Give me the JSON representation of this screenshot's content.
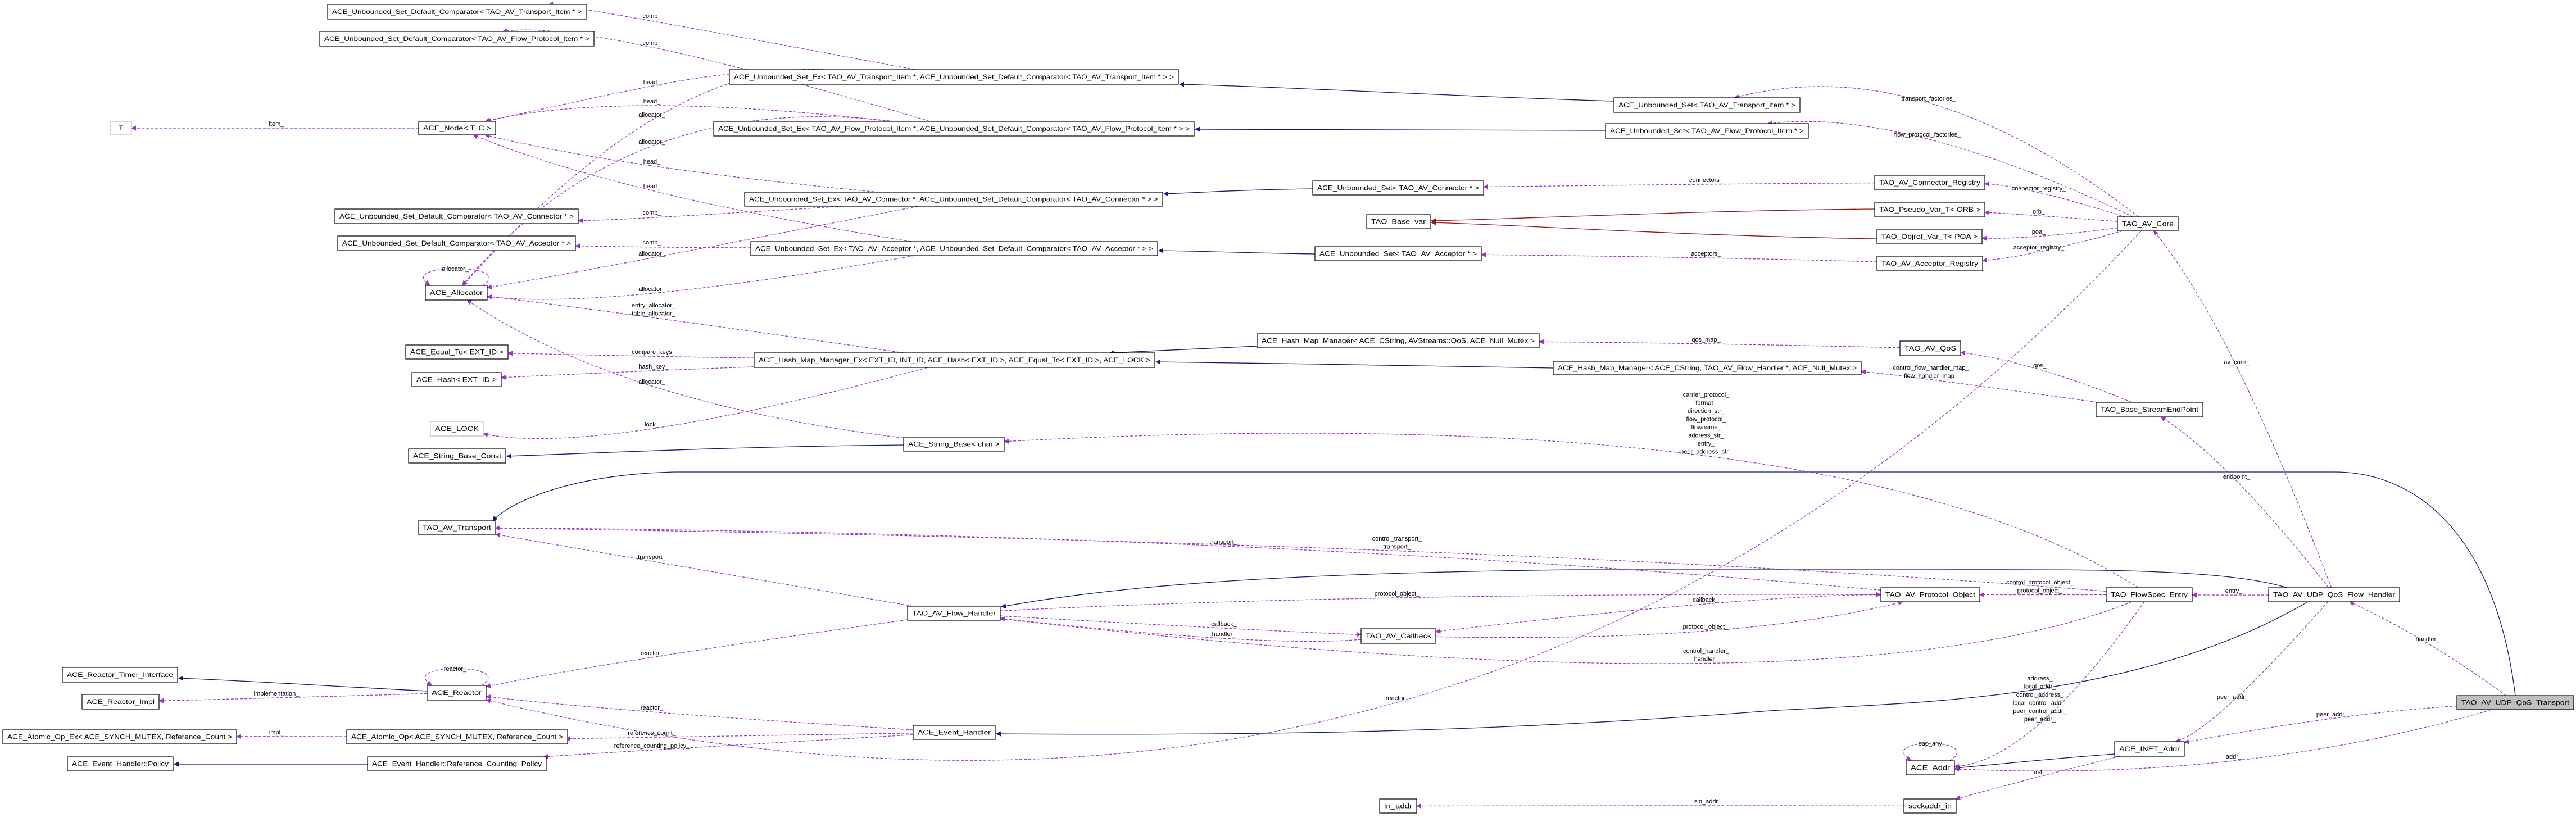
{
  "diagram": {
    "title": "Collaboration diagram for TAO_AV_UDP_QoS_Transport",
    "colors": {
      "usage": "#9a32cd",
      "inherit": "#191970",
      "template": "#8b1a1a",
      "focus_fill": "#bfbfbf"
    },
    "nodes": [
      {
        "id": "cmp_tr",
        "label": "ACE_Unbounded_Set_Default_Comparator< TAO_AV_Transport_Item * >"
      },
      {
        "id": "cmp_fp",
        "label": "ACE_Unbounded_Set_Default_Comparator< TAO_AV_Flow_Protocol_Item * >"
      },
      {
        "id": "T",
        "label": "T"
      },
      {
        "id": "node",
        "label": "ACE_Node< T, C >"
      },
      {
        "id": "setex_tr",
        "label": "ACE_Unbounded_Set_Ex< TAO_AV_Transport_Item *, ACE_Unbounded_Set_Default_Comparator< TAO_AV_Transport_Item * > >"
      },
      {
        "id": "setex_fp",
        "label": "ACE_Unbounded_Set_Ex< TAO_AV_Flow_Protocol_Item *, ACE_Unbounded_Set_Default_Comparator< TAO_AV_Flow_Protocol_Item * > >"
      },
      {
        "id": "setex_co",
        "label": "ACE_Unbounded_Set_Ex< TAO_AV_Connector *, ACE_Unbounded_Set_Default_Comparator< TAO_AV_Connector * > >"
      },
      {
        "id": "cmp_co",
        "label": "ACE_Unbounded_Set_Default_Comparator< TAO_AV_Connector * >"
      },
      {
        "id": "cmp_ac",
        "label": "ACE_Unbounded_Set_Default_Comparator< TAO_AV_Acceptor * >"
      },
      {
        "id": "setex_ac",
        "label": "ACE_Unbounded_Set_Ex< TAO_AV_Acceptor *, ACE_Unbounded_Set_Default_Comparator< TAO_AV_Acceptor * > >"
      },
      {
        "id": "set_co",
        "label": "ACE_Unbounded_Set< TAO_AV_Connector * >"
      },
      {
        "id": "base_var",
        "label": "TAO_Base_var"
      },
      {
        "id": "set_ac",
        "label": "ACE_Unbounded_Set< TAO_AV_Acceptor * >"
      },
      {
        "id": "set_tr",
        "label": "ACE_Unbounded_Set< TAO_AV_Transport_Item * >"
      },
      {
        "id": "set_fp",
        "label": "ACE_Unbounded_Set< TAO_AV_Flow_Protocol_Item * >"
      },
      {
        "id": "conn_reg",
        "label": "TAO_AV_Connector_Registry"
      },
      {
        "id": "pseudo",
        "label": "TAO_Pseudo_Var_T< ORB >"
      },
      {
        "id": "objref",
        "label": "TAO_Objref_Var_T< POA >"
      },
      {
        "id": "acc_reg",
        "label": "TAO_AV_Acceptor_Registry"
      },
      {
        "id": "core",
        "label": "TAO_AV_Core"
      },
      {
        "id": "alloc",
        "label": "ACE_Allocator"
      },
      {
        "id": "equal",
        "label": "ACE_Equal_To< EXT_ID >"
      },
      {
        "id": "hash",
        "label": "ACE_Hash< EXT_ID >"
      },
      {
        "id": "hmex",
        "label": "ACE_Hash_Map_Manager_Ex< EXT_ID, INT_ID, ACE_Hash< EXT_ID >, ACE_Equal_To< EXT_ID >, ACE_LOCK >"
      },
      {
        "id": "qmap",
        "label": "ACE_Hash_Map_Manager< ACE_CString, AVStreams::QoS, ACE_Null_Mutex >"
      },
      {
        "id": "fhmap",
        "label": "ACE_Hash_Map_Manager< ACE_CString, TAO_AV_Flow_Handler *, ACE_Null_Mutex >"
      },
      {
        "id": "qos",
        "label": "TAO_AV_QoS"
      },
      {
        "id": "sep",
        "label": "TAO_Base_StreamEndPoint"
      },
      {
        "id": "lock",
        "label": "ACE_LOCK"
      },
      {
        "id": "sbc",
        "label": "ACE_String_Base_Const"
      },
      {
        "id": "sbchar",
        "label": "ACE_String_Base< char >"
      },
      {
        "id": "av_tr",
        "label": "TAO_AV_Transport"
      },
      {
        "id": "flow_handler",
        "label": "TAO_AV_Flow_Handler"
      },
      {
        "id": "callback",
        "label": "TAO_AV_Callback"
      },
      {
        "id": "pobj",
        "label": "TAO_AV_Protocol_Object"
      },
      {
        "id": "fse",
        "label": "TAO_FlowSpec_Entry"
      },
      {
        "id": "udp_fh",
        "label": "TAO_AV_UDP_QoS_Flow_Handler"
      },
      {
        "id": "udp_tr",
        "label": "TAO_AV_UDP_QoS_Transport"
      },
      {
        "id": "timer_if",
        "label": "ACE_Reactor_Timer_Interface"
      },
      {
        "id": "reactor_impl",
        "label": "ACE_Reactor_Impl"
      },
      {
        "id": "reactor",
        "label": "ACE_Reactor"
      },
      {
        "id": "atomic_ex",
        "label": "ACE_Atomic_Op_Ex< ACE_SYNCH_MUTEX, Reference_Count >"
      },
      {
        "id": "atomic",
        "label": "ACE_Atomic_Op< ACE_SYNCH_MUTEX, Reference_Count >"
      },
      {
        "id": "policy",
        "label": "ACE_Event_Handler::Policy"
      },
      {
        "id": "refpol",
        "label": "ACE_Event_Handler::Reference_Counting_Policy"
      },
      {
        "id": "event_handler",
        "label": "ACE_Event_Handler"
      },
      {
        "id": "inet",
        "label": "ACE_INET_Addr"
      },
      {
        "id": "addr",
        "label": "ACE_Addr"
      },
      {
        "id": "in_addr",
        "label": "in_addr"
      },
      {
        "id": "sockaddr",
        "label": "sockaddr_in"
      }
    ],
    "edges": [
      {
        "from": "set_tr",
        "to": "setex_tr",
        "kind": "inherit"
      },
      {
        "from": "set_fp",
        "to": "setex_fp",
        "kind": "inherit"
      },
      {
        "from": "set_co",
        "to": "setex_co",
        "kind": "inherit"
      },
      {
        "from": "set_ac",
        "to": "setex_ac",
        "kind": "inherit"
      },
      {
        "from": "qmap",
        "to": "hmex",
        "kind": "inherit"
      },
      {
        "from": "fhmap",
        "to": "hmex",
        "kind": "inherit"
      },
      {
        "from": "sbchar",
        "to": "sbc",
        "kind": "inherit"
      },
      {
        "from": "udp_tr",
        "to": "av_tr",
        "kind": "inherit"
      },
      {
        "from": "udp_fh",
        "to": "flow_handler",
        "kind": "inherit"
      },
      {
        "from": "udp_fh",
        "to": "event_handler",
        "kind": "inherit"
      },
      {
        "from": "reactor",
        "to": "timer_if",
        "kind": "inherit"
      },
      {
        "from": "refpol",
        "to": "policy",
        "kind": "inherit"
      },
      {
        "from": "inet",
        "to": "addr",
        "kind": "inherit"
      },
      {
        "from": "pseudo",
        "to": "base_var",
        "kind": "template"
      },
      {
        "from": "objref",
        "to": "base_var",
        "kind": "template"
      },
      {
        "from": "setex_tr",
        "to": "cmp_tr",
        "kind": "usage",
        "label": [
          "comp_"
        ]
      },
      {
        "from": "setex_fp",
        "to": "cmp_fp",
        "kind": "usage",
        "label": [
          "comp_"
        ]
      },
      {
        "from": "setex_tr",
        "to": "node",
        "kind": "usage",
        "label": [
          "head_"
        ]
      },
      {
        "from": "setex_fp",
        "to": "node",
        "kind": "usage",
        "label": [
          "head_"
        ]
      },
      {
        "from": "setex_tr",
        "to": "alloc",
        "kind": "usage",
        "label": [
          "allocator_"
        ]
      },
      {
        "from": "setex_fp",
        "to": "alloc",
        "kind": "usage",
        "label": [
          "allocator_"
        ]
      },
      {
        "from": "setex_co",
        "to": "node",
        "kind": "usage",
        "label": [
          "head_"
        ]
      },
      {
        "from": "setex_ac",
        "to": "node",
        "kind": "usage",
        "label": [
          "head_"
        ]
      },
      {
        "from": "setex_co",
        "to": "cmp_co",
        "kind": "usage",
        "label": [
          "comp_"
        ]
      },
      {
        "from": "setex_ac",
        "to": "cmp_ac",
        "kind": "usage",
        "label": [
          "comp_"
        ]
      },
      {
        "from": "setex_co",
        "to": "alloc",
        "kind": "usage",
        "label": [
          "allocator_"
        ]
      },
      {
        "from": "alloc",
        "to": "alloc",
        "kind": "usage",
        "label": [
          "allocator_"
        ]
      },
      {
        "from": "setex_ac",
        "to": "alloc",
        "kind": "usage",
        "label": [
          "allocator_"
        ]
      },
      {
        "from": "hmex",
        "to": "alloc",
        "kind": "usage",
        "label": [
          "entry_allocator_",
          "table_allocator_"
        ]
      },
      {
        "from": "hmex",
        "to": "equal",
        "kind": "usage",
        "label": [
          "compare_keys_"
        ]
      },
      {
        "from": "hmex",
        "to": "hash",
        "kind": "usage",
        "label": [
          "hash_key_"
        ]
      },
      {
        "from": "sbchar",
        "to": "alloc",
        "kind": "usage",
        "label": [
          "allocator_"
        ]
      },
      {
        "from": "hmex",
        "to": "lock",
        "kind": "usage",
        "label": [
          "lock_"
        ]
      },
      {
        "from": "node",
        "to": "T",
        "kind": "usage",
        "label": [
          "item_"
        ]
      },
      {
        "from": "core",
        "to": "set_tr",
        "kind": "usage",
        "label": [
          "transport_factories_"
        ]
      },
      {
        "from": "core",
        "to": "set_fp",
        "kind": "usage",
        "label": [
          "flow_protocol_factories_"
        ]
      },
      {
        "from": "conn_reg",
        "to": "set_co",
        "kind": "usage",
        "label": [
          "connectors_"
        ]
      },
      {
        "from": "acc_reg",
        "to": "set_ac",
        "kind": "usage",
        "label": [
          "acceptors_"
        ]
      },
      {
        "from": "core",
        "to": "conn_reg",
        "kind": "usage",
        "label": [
          "connector_registry_"
        ]
      },
      {
        "from": "core",
        "to": "pseudo",
        "kind": "usage",
        "label": [
          "orb_"
        ]
      },
      {
        "from": "core",
        "to": "objref",
        "kind": "usage",
        "label": [
          "poa_"
        ]
      },
      {
        "from": "core",
        "to": "acc_reg",
        "kind": "usage",
        "label": [
          "acceptor_registry_"
        ]
      },
      {
        "from": "qos",
        "to": "qmap",
        "kind": "usage",
        "label": [
          "qos_map_"
        ]
      },
      {
        "from": "sep",
        "to": "qos",
        "kind": "usage",
        "label": [
          "qos_"
        ]
      },
      {
        "from": "sep",
        "to": "fhmap",
        "kind": "usage",
        "label": [
          "control_flow_handler_map_",
          "flow_handler_map_"
        ]
      },
      {
        "from": "udp_fh",
        "to": "core",
        "kind": "usage",
        "label": [
          "av_core_"
        ]
      },
      {
        "from": "udp_fh",
        "to": "sep",
        "kind": "usage",
        "label": [
          "endpoint_"
        ]
      },
      {
        "from": "fse",
        "to": "sbchar",
        "kind": "usage",
        "label": [
          "carrier_protocol_",
          "format_",
          "direction_str_",
          "flow_protocol_",
          "flowname_",
          "address_str_",
          "entry_",
          "peer_address_str_"
        ]
      },
      {
        "from": "flow_handler",
        "to": "av_tr",
        "kind": "usage",
        "label": [
          "transport_"
        ]
      },
      {
        "from": "pobj",
        "to": "av_tr",
        "kind": "usage",
        "label": [
          "transport_"
        ]
      },
      {
        "from": "fse",
        "to": "av_tr",
        "kind": "usage",
        "label": [
          "control_transport_",
          "transport_"
        ]
      },
      {
        "from": "flow_handler",
        "to": "pobj",
        "kind": "usage",
        "label": [
          "protocol_object_"
        ]
      },
      {
        "from": "pobj",
        "to": "callback",
        "kind": "usage",
        "label": [
          "callback_"
        ]
      },
      {
        "from": "flow_handler",
        "to": "callback",
        "kind": "usage",
        "label": [
          "callback_"
        ]
      },
      {
        "from": "callback",
        "to": "flow_handler",
        "kind": "usage",
        "label": [
          "handler_"
        ]
      },
      {
        "from": "callback",
        "to": "pobj",
        "kind": "usage",
        "label": [
          "protocol_object_"
        ]
      },
      {
        "from": "fse",
        "to": "flow_handler",
        "kind": "usage",
        "label": [
          "control_handler_",
          "handler_"
        ]
      },
      {
        "from": "flow_handler",
        "to": "reactor",
        "kind": "usage",
        "label": [
          "reactor_"
        ]
      },
      {
        "from": "event_handler",
        "to": "reactor",
        "kind": "usage",
        "label": [
          "reactor_"
        ]
      },
      {
        "from": "core",
        "to": "reactor",
        "kind": "usage",
        "label": [
          "reactor_"
        ]
      },
      {
        "from": "reactor",
        "to": "reactor",
        "kind": "usage",
        "label": [
          "reactor_"
        ]
      },
      {
        "from": "reactor",
        "to": "reactor_impl",
        "kind": "usage",
        "label": [
          "implementation_"
        ]
      },
      {
        "from": "event_handler",
        "to": "atomic",
        "kind": "usage",
        "label": [
          "reference_count_"
        ]
      },
      {
        "from": "event_handler",
        "to": "refpol",
        "kind": "usage",
        "label": [
          "reference_counting_policy_"
        ]
      },
      {
        "from": "atomic",
        "to": "atomic_ex",
        "kind": "usage",
        "label": [
          "impl_"
        ]
      },
      {
        "from": "sockaddr",
        "to": "in_addr",
        "kind": "usage",
        "label": [
          "sin_addr"
        ]
      },
      {
        "from": "fse",
        "to": "pobj",
        "kind": "usage",
        "label": [
          "control_protocol_object_",
          "protocol_object_"
        ]
      },
      {
        "from": "udp_fh",
        "to": "fse",
        "kind": "usage",
        "label": [
          "entry_"
        ]
      },
      {
        "from": "udp_tr",
        "to": "udp_fh",
        "kind": "usage",
        "label": [
          "handler_"
        ]
      },
      {
        "from": "fse",
        "to": "addr",
        "kind": "usage",
        "label": [
          "address_",
          "local_addr_",
          "control_address_",
          "local_control_addr_",
          "peer_control_addr_",
          "peer_addr_"
        ]
      },
      {
        "from": "udp_fh",
        "to": "inet",
        "kind": "usage",
        "label": [
          "peer_addr_"
        ]
      },
      {
        "from": "udp_tr",
        "to": "inet",
        "kind": "usage",
        "label": [
          "peer_addr_"
        ]
      },
      {
        "from": "udp_tr",
        "to": "addr",
        "kind": "usage",
        "label": [
          "addr_"
        ]
      },
      {
        "from": "inet",
        "to": "sockaddr",
        "kind": "usage",
        "label": [
          "in4_"
        ]
      },
      {
        "from": "addr",
        "to": "addr",
        "kind": "usage",
        "label": [
          "sap_any"
        ]
      }
    ]
  }
}
